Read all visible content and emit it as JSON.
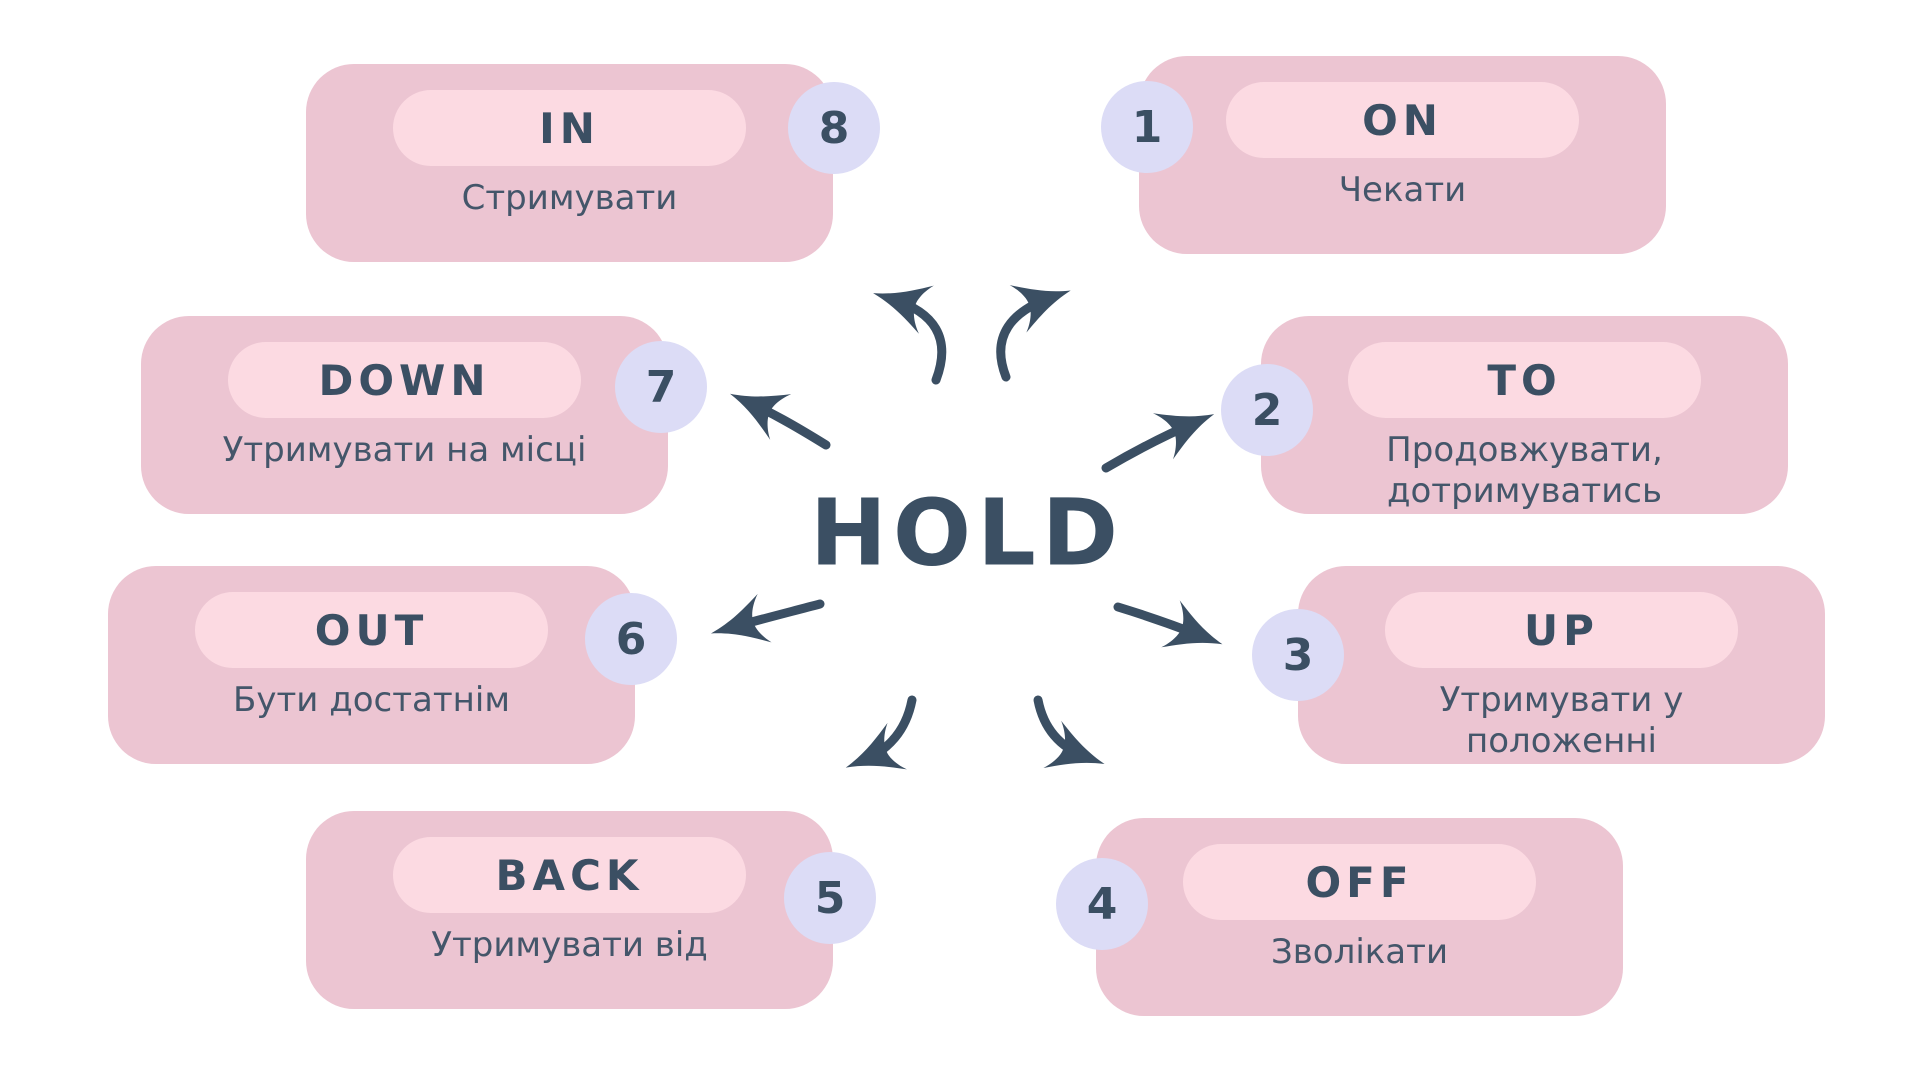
{
  "title": "HOLD",
  "colors": {
    "background": "#ffffff",
    "card": "#ecc5d2",
    "pill": "#fcdae2",
    "number_circle": "#dcdcf6",
    "text": "#3b4f63",
    "arrow": "#3b4f63"
  },
  "cards": [
    {
      "number": "1",
      "label": "ON",
      "meaning": "Чекати"
    },
    {
      "number": "2",
      "label": "TO",
      "meaning": "Продовжувати,\nдотримуватись"
    },
    {
      "number": "3",
      "label": "UP",
      "meaning": "Утримувати у\nположенні"
    },
    {
      "number": "4",
      "label": "OFF",
      "meaning": "Зволікати"
    },
    {
      "number": "5",
      "label": "BACK",
      "meaning": "Утримувати від"
    },
    {
      "number": "6",
      "label": "OUT",
      "meaning": "Бути достатнім"
    },
    {
      "number": "7",
      "label": "DOWN",
      "meaning": "Утримувати на місці"
    },
    {
      "number": "8",
      "label": "IN",
      "meaning": "Стримувати"
    }
  ]
}
